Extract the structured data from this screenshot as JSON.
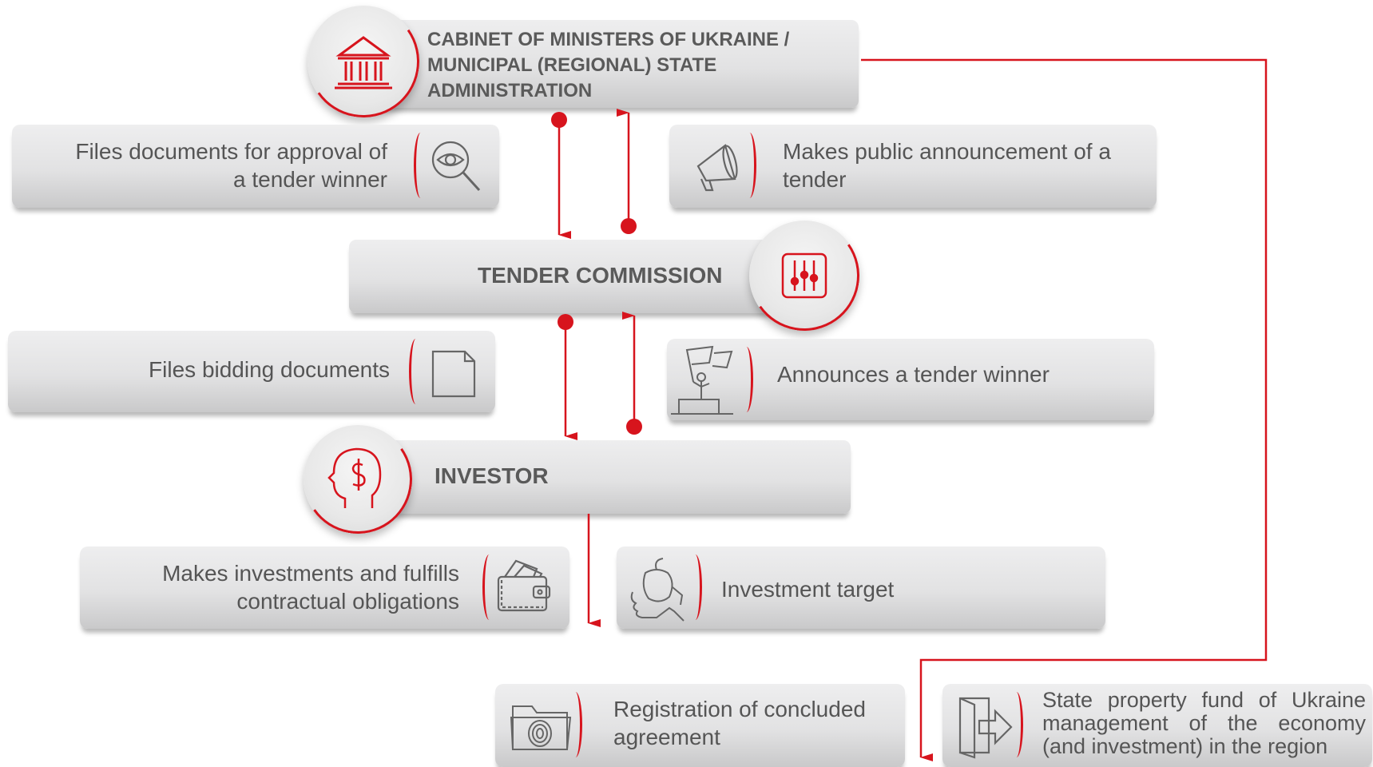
{
  "nodes": {
    "cabinet": "CABINET OF MINISTERS OF UKRAINE / MUNICIPAL (REGIONAL) STATE ADMINISTRATION",
    "tender_commission": "TENDER COMMISSION",
    "investor": "INVESTOR"
  },
  "actions": {
    "files_approval": "Files documents for approval of a tender winner",
    "public_announcement": "Makes public announcement of a tender",
    "files_bidding": "Files bidding documents",
    "announces_winner": "Announces a tender winner",
    "makes_investments": "Makes investments and fulfills contractual obligations",
    "investment_target": "Investment target",
    "registration": "Registration of concluded agreement",
    "state_property": "State property fund of Ukraine management of the economy (and investment) in the region"
  },
  "icons": {
    "cabinet": "government-building-icon",
    "files_approval": "magnifier-eye-icon",
    "public_announcement": "megaphone-icon",
    "tender_commission": "sliders-icon",
    "files_bidding": "document-icon",
    "announces_winner": "podium-flag-icon",
    "investor": "head-dollar-icon",
    "makes_investments": "wallet-icon",
    "investment_target": "hand-apple-icon",
    "registration": "folder-fingerprint-icon",
    "state_property": "door-exit-icon"
  },
  "colors": {
    "accent": "#d7141d",
    "text": "#555555",
    "box": "#e4e4e5"
  }
}
